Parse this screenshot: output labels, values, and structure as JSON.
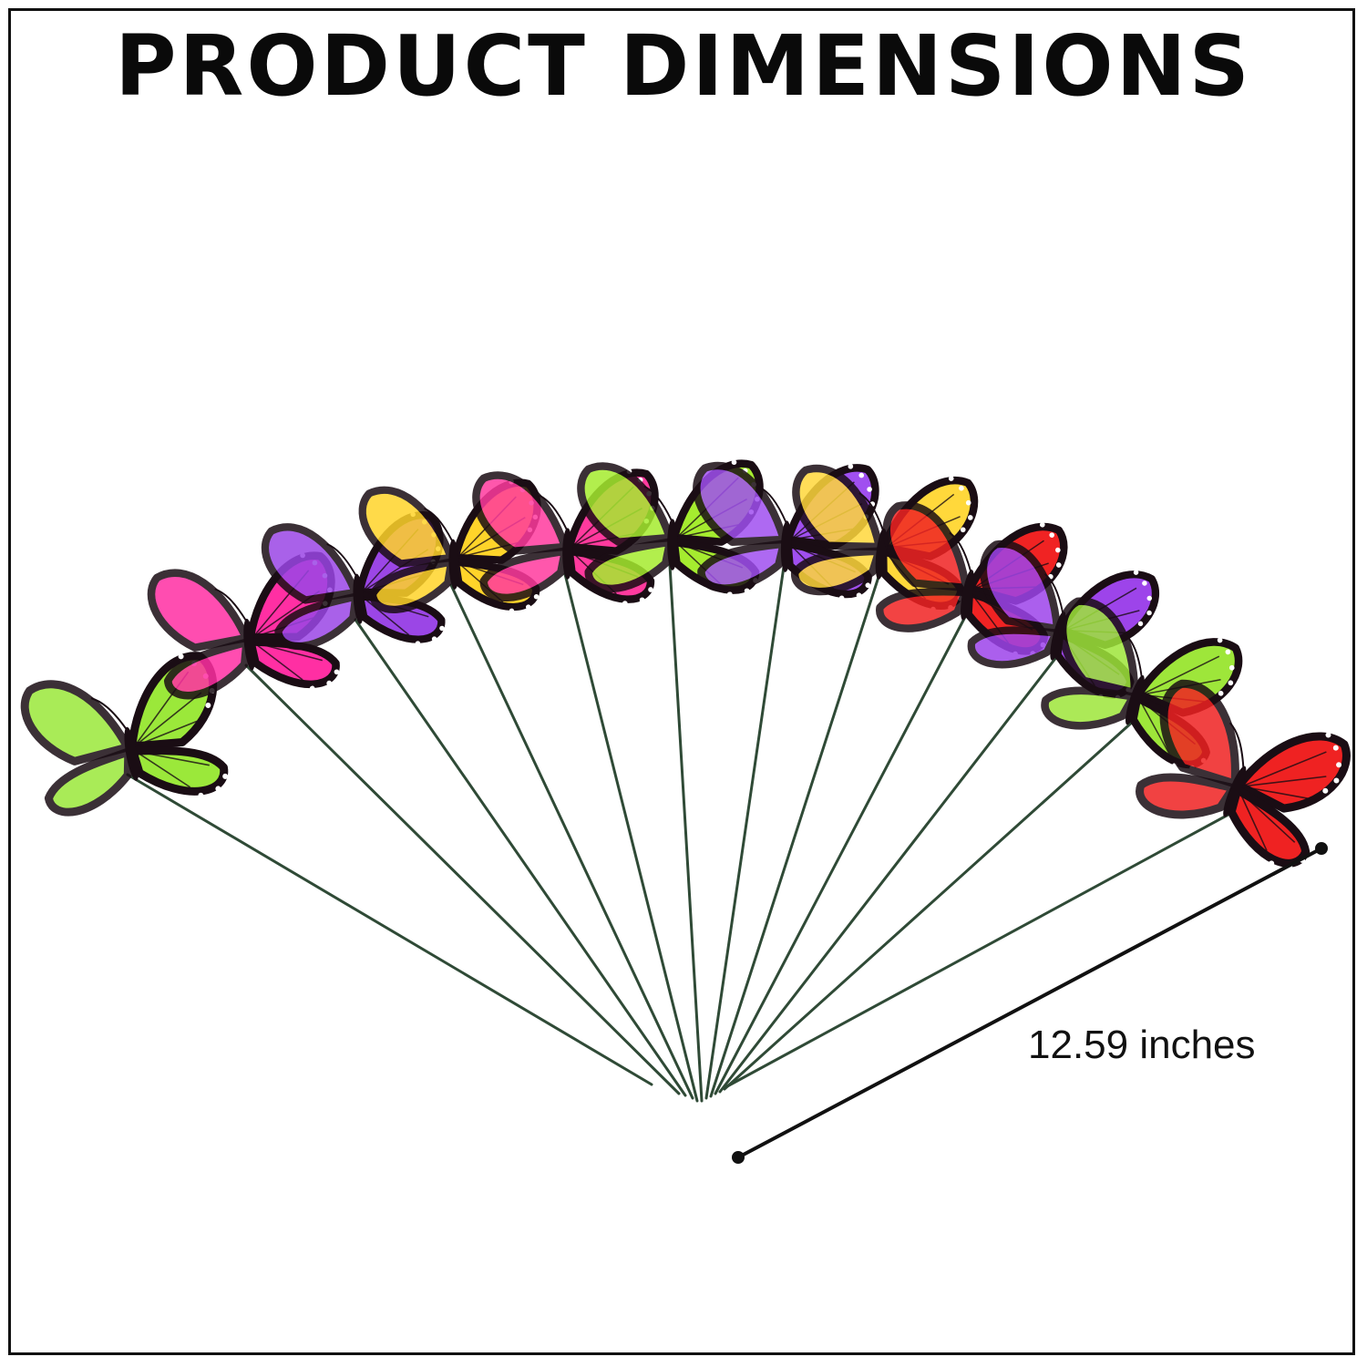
{
  "title": "PRODUCT DIMENSIONS",
  "dimension": {
    "label": "12.59 inches"
  },
  "colors": {
    "frame": "#111111",
    "stake": "#2f4a36",
    "wing_border": "#1a0d14",
    "wing_dots": "#ffffff",
    "measure_line": "#111111"
  },
  "butterflies": [
    {
      "name": "green-butterfly",
      "color": "#9be83a"
    },
    {
      "name": "pink-butterfly",
      "color": "#ff2fa3"
    },
    {
      "name": "purple-butterfly",
      "color": "#9b46e6"
    },
    {
      "name": "yellow-butterfly",
      "color": "#ffd42a"
    },
    {
      "name": "pink-butterfly",
      "color": "#ff3a9e"
    },
    {
      "name": "green-butterfly",
      "color": "#a5ec2f"
    },
    {
      "name": "purple-butterfly",
      "color": "#a04ff0"
    },
    {
      "name": "yellow-butterfly",
      "color": "#ffd83b"
    },
    {
      "name": "red-butterfly",
      "color": "#f02323"
    },
    {
      "name": "purple-butterfly",
      "color": "#9d44ea"
    },
    {
      "name": "green-butterfly",
      "color": "#9ee63a"
    },
    {
      "name": "red-butterfly",
      "color": "#ef2222"
    }
  ]
}
